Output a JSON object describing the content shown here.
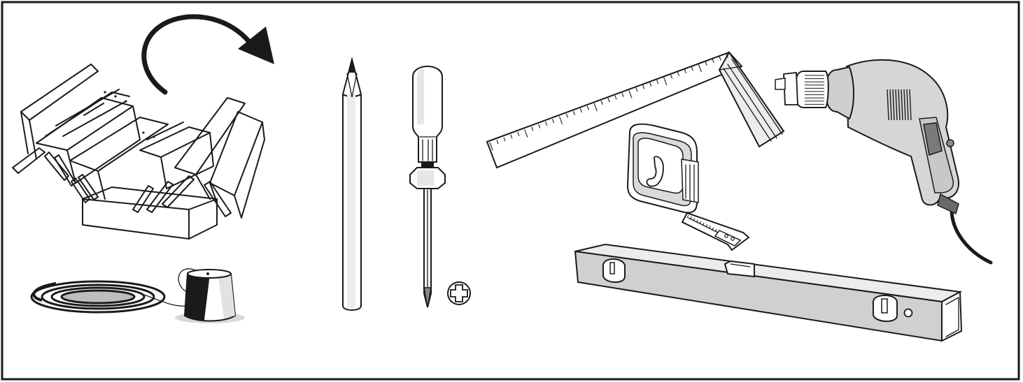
{
  "colors": {
    "frame": "#1a1a1a",
    "line": "#1a1a1a",
    "body_grey": "#d4d4d4",
    "light_grey": "#e9e9e9",
    "dark_grey": "#8a8a8a",
    "level_fill": "#c9c9c9"
  },
  "tools": [
    {
      "id": "toolbox",
      "icon": "toolbox-icon"
    },
    {
      "id": "rotate-arrow",
      "icon": "curved-arrow-icon"
    },
    {
      "id": "plumb-bob",
      "icon": "plumb-bob-icon"
    },
    {
      "id": "pencil",
      "icon": "pencil-icon"
    },
    {
      "id": "screwdriver",
      "icon": "phillips-screwdriver-icon"
    },
    {
      "id": "phillips-symbol",
      "icon": "phillips-head-symbol-icon"
    },
    {
      "id": "try-square",
      "icon": "try-square-icon"
    },
    {
      "id": "tape-measure",
      "icon": "tape-measure-icon"
    },
    {
      "id": "spirit-level",
      "icon": "spirit-level-icon"
    },
    {
      "id": "power-drill",
      "icon": "power-drill-icon"
    }
  ]
}
